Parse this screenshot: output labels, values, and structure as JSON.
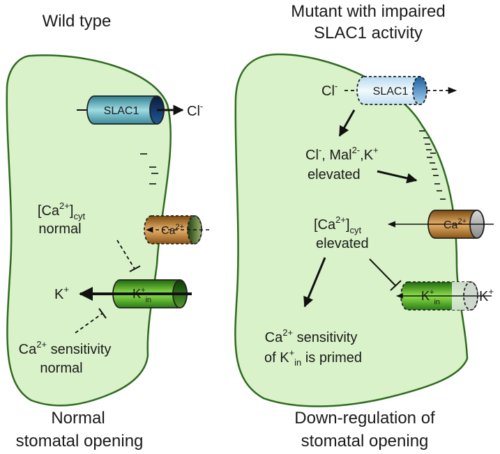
{
  "wild_type": {
    "title": "Wild type",
    "slac1_label": "SLAC1",
    "cl_ion": "Cl",
    "cl_sup": "-",
    "ca_level_sup": "2+",
    "ca_level_sub": "cyt",
    "ca_level_state": "normal",
    "ca_channel_ion": "Ca",
    "ca_channel_sup": "2+",
    "kin_ion": "K",
    "kin_sup": "+",
    "kin_sub": "in",
    "k_ion": "K",
    "k_sup": "+",
    "sensitivity_ion": "Ca",
    "sensitivity_sup": "2+",
    "sensitivity_text": "sensitivity",
    "sensitivity_state": "normal",
    "outcome_line1": "Normal",
    "outcome_line2": "stomatal opening"
  },
  "mutant": {
    "title_line1": "Mutant with impaired",
    "title_line2": "SLAC1 activity",
    "cl_ion": "Cl",
    "cl_sup": "-",
    "slac1_label": "SLAC1",
    "anions_cl": "Cl",
    "anions_cl_sup": "-",
    "anions_mal": ", Mal",
    "anions_mal_sup": "2-",
    "anions_k": ",K",
    "anions_k_sup": "+",
    "anions_state": "elevated",
    "ca_level_sup": "2+",
    "ca_level_sub": "cyt",
    "ca_level_state": "elevated",
    "ca_channel_ion": "Ca",
    "ca_channel_sup": "2+",
    "kin_ion": "K",
    "kin_sup": "+",
    "kin_sub": "in",
    "k_ion": "K",
    "k_sup": "+",
    "primed_ion": "Ca",
    "primed_sup": "2+",
    "primed_text": "sensitivity",
    "primed_of": "of K",
    "primed_k_sup": "+",
    "primed_k_sub": "in",
    "primed_state": "is primed",
    "outcome_line1": "Down-regulation of",
    "outcome_line2": "stomatal opening"
  },
  "colors": {
    "cell_fill": "#d9f2c9",
    "cell_stroke": "#2e6b1f",
    "slac1_channel": "#5fb6c4",
    "slac1_impaired": "#d6ecf8",
    "ca_channel": "#b87a2e",
    "kin_channel": "#3a9a1f"
  }
}
